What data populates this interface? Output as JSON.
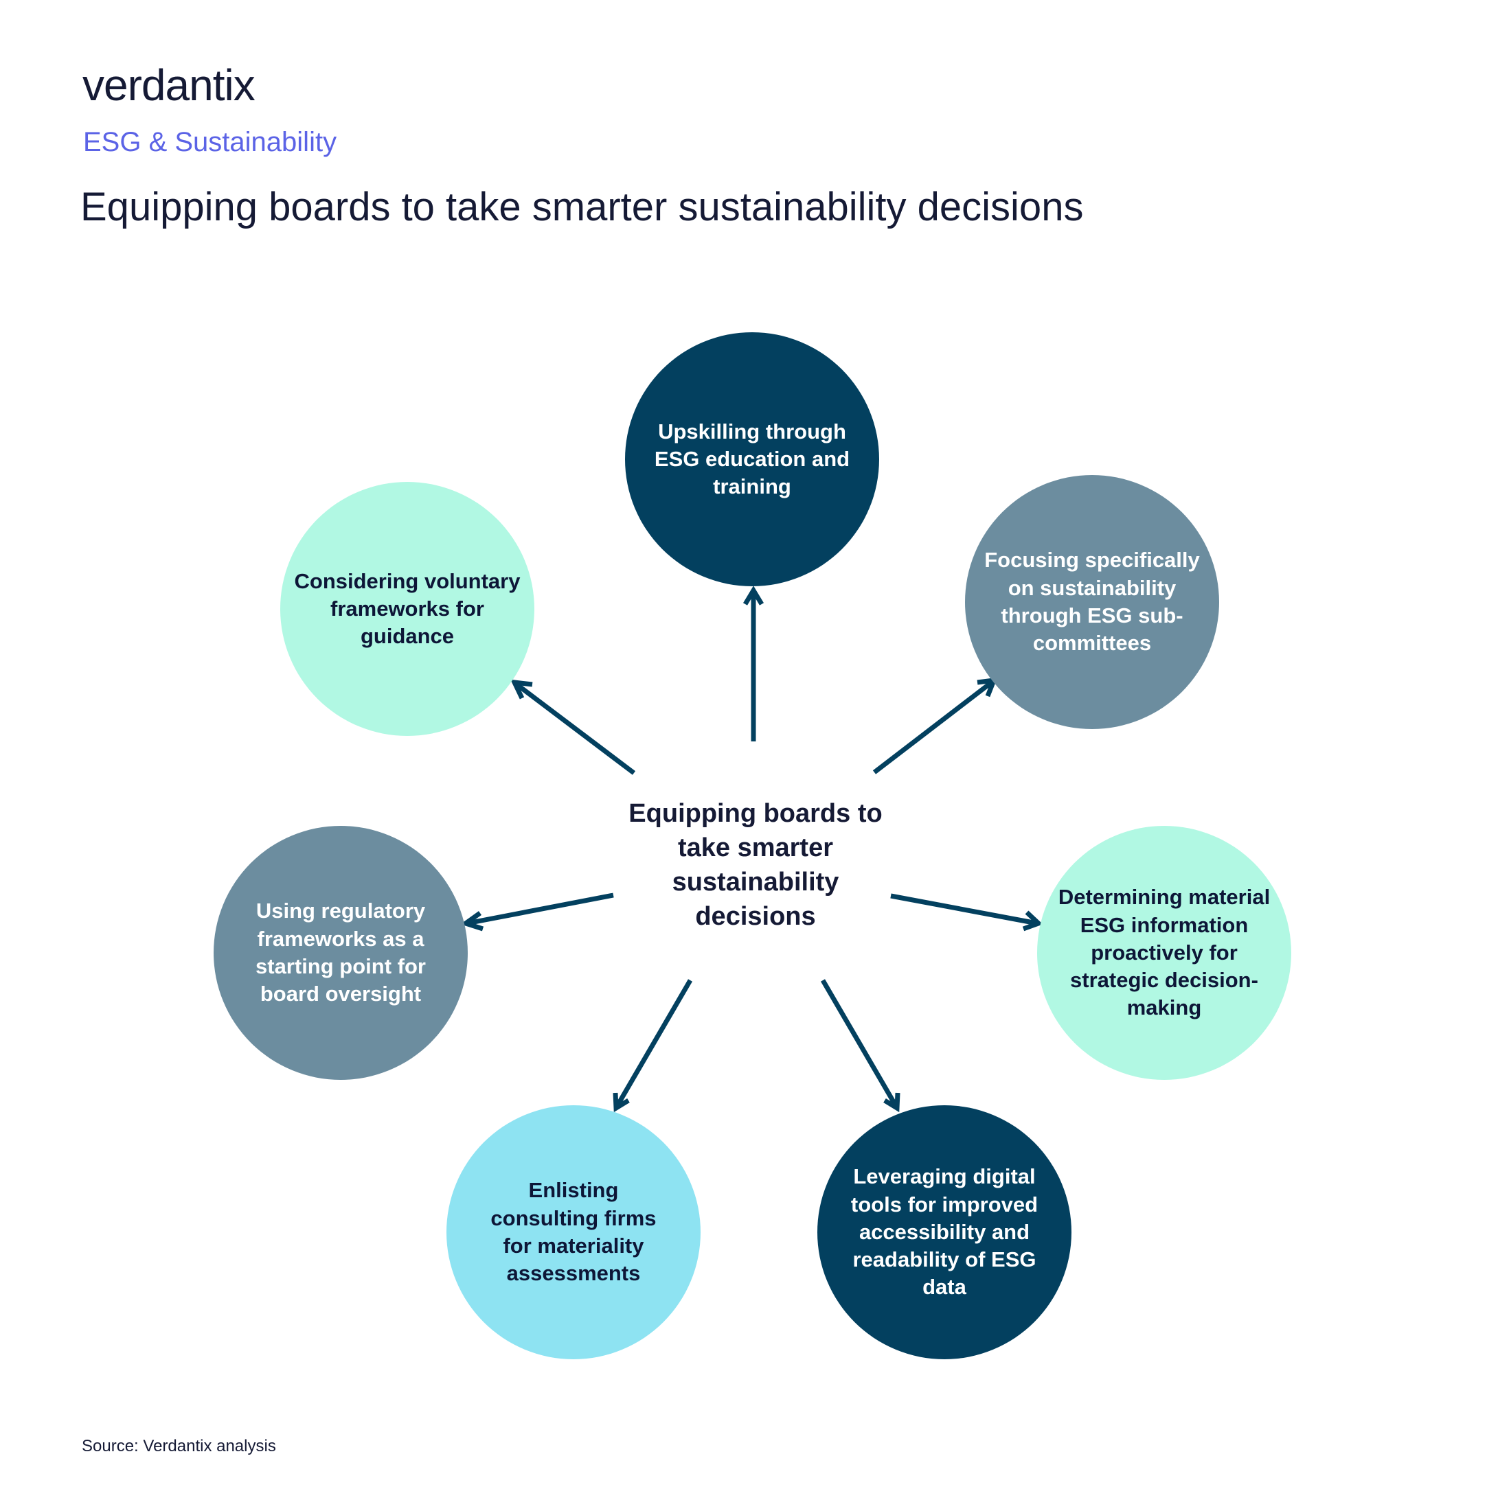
{
  "brand": {
    "logo_text": "verdantix",
    "category": "ESG & Sustainability"
  },
  "title": "Equipping boards to take smarter sustainability decisions",
  "diagram": {
    "center_label": "Equipping boards to take smarter sustainability decisions",
    "nodes": [
      {
        "label": "Upskilling through ESG education and training",
        "fill": "#03405f"
      },
      {
        "label": "Focusing specifically on sustainability through ESG sub-committees",
        "fill": "#6c8d9f"
      },
      {
        "label": "Determining material ESG information proactively for strategic decision-making",
        "fill": "#b1f8e3"
      },
      {
        "label": "Leveraging digital tools for improved accessibility and readability of ESG data",
        "fill": "#03405f"
      },
      {
        "label": "Enlisting consulting firms for materiality assessments",
        "fill": "#8ee3f2"
      },
      {
        "label": "Using regulatory frameworks as a starting point for board oversight",
        "fill": "#6c8d9f"
      },
      {
        "label": "Considering voluntary frameworks for guidance",
        "fill": "#b1f8e3"
      }
    ],
    "arrow_color": "#03405f"
  },
  "source": "Source: Verdantix analysis"
}
